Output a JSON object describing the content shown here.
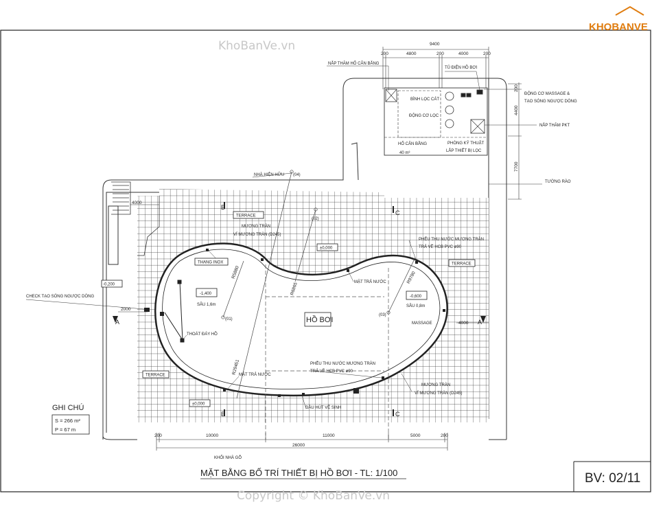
{
  "watermark": {
    "top": "KhoBanVe.vn",
    "bottom": "Copyright © KhoBanVe.vn"
  },
  "logo": {
    "text": "KHOBANVE"
  },
  "title_block": {
    "title": "MẶT BẰNG BỐ TRÍ THIẾT BỊ HỒ BƠI - TL: 1/100",
    "sheet": "BV: 02/11"
  },
  "notes": {
    "heading": "GHI CHÚ",
    "area": "S = 266 m²",
    "perimeter": "P = 67 m"
  },
  "dimensions": {
    "top_total": "9400",
    "top_segments": [
      "200",
      "4800",
      "200",
      "4000",
      "200"
    ],
    "right_segments": [
      "200",
      "4400",
      "7700"
    ],
    "bottom_total": "26000",
    "bottom_segments": [
      "200",
      "10000",
      "11000",
      "5000",
      "200"
    ],
    "left_4000": "4000",
    "left_2000": "2000",
    "right_4000": "4000",
    "radius_1": "R5880",
    "radius_2": "R6865",
    "radius_3": "R9780",
    "radius_4": "R29451"
  },
  "labels": {
    "nap_tham_ho_can_bang": "NẮP THĂM HỐ CÂN BẰNG",
    "tu_dien_ho_boi": "TỦ ĐIỆN HỒ BƠI",
    "dong_co_massage": "ĐỘNG CƠ MASSAGE &",
    "tao_song": "TẠO SÓNG NGƯỢC DÒNG",
    "binh_loc_cat": "BÌNH LỌC CÁT",
    "dong_co_loc": "ĐỘNG CƠ LỌC",
    "nap_tham_pkt": "NẮP THĂM PKT",
    "ho_can_bang": "HỐ CÂN BẰNG",
    "ho_can_bang_vol": "40 m³",
    "phong_ky_thuat": "PHÒNG KỸ THUẬT",
    "lap_thiet_bi": "LẮP THIẾT BỊ LỌC",
    "tuong_rao": "TƯỜNG RÀO",
    "nha_hien_huu": "NHÀ HIỆN HỮU",
    "terrace": "TERRACE",
    "muong_tran": "MƯƠNG TRÀN",
    "vi_muong_tran": "VỈ MƯƠNG TRÀN (D245)",
    "elev_0": "±0,000",
    "elev_0b": "±0,000",
    "elev_02": "-0,200",
    "elev_14": "-1,400",
    "sau_16": "SÂU 1,6m",
    "elev_06": "-0,600",
    "sau_08": "SÂU 0,8m",
    "thang_inox": "THANG INOX",
    "mat_tra_nuoc": "MẶT TRẢ NƯỚC",
    "mat_tra_nuoc_2": "MẶT TRẢ NƯỚC",
    "pheu_thu": "PHỄU THU NƯỚC MƯƠNG TRÀN",
    "tra_ve": "TRẢ VỀ HCB PVC ø90",
    "pheu_thu_2": "PHỄU THU NƯỚC MƯƠNG TRÀN",
    "tra_ve_2": "TRẢ VỀ HCB PVC ø90",
    "terrace_r": "TERRACE",
    "check_tao_song": "CHECK TẠO SÓNG NGƯỢC DÒNG",
    "ho_boi": "HỒ BƠI",
    "thoat_day_ho": "THOÁT ĐÁY HỒ",
    "massage": "MASSAGE",
    "terrace_l": "TERRACE",
    "muong_tran_2": "MƯƠNG TRÀN",
    "vi_muong_tran_2": "VỈ MƯƠNG TRÀN (D245)",
    "dau_hut": "ĐẦU HÚT VỆ SINH",
    "khoi_nha_go": "KHỐI NHÀ GỖ",
    "p01": "(01)",
    "p02": "(02)",
    "p03": "(03)",
    "p04": "(04)",
    "sec_a": "A",
    "sec_b": "B",
    "sec_c": "C"
  }
}
